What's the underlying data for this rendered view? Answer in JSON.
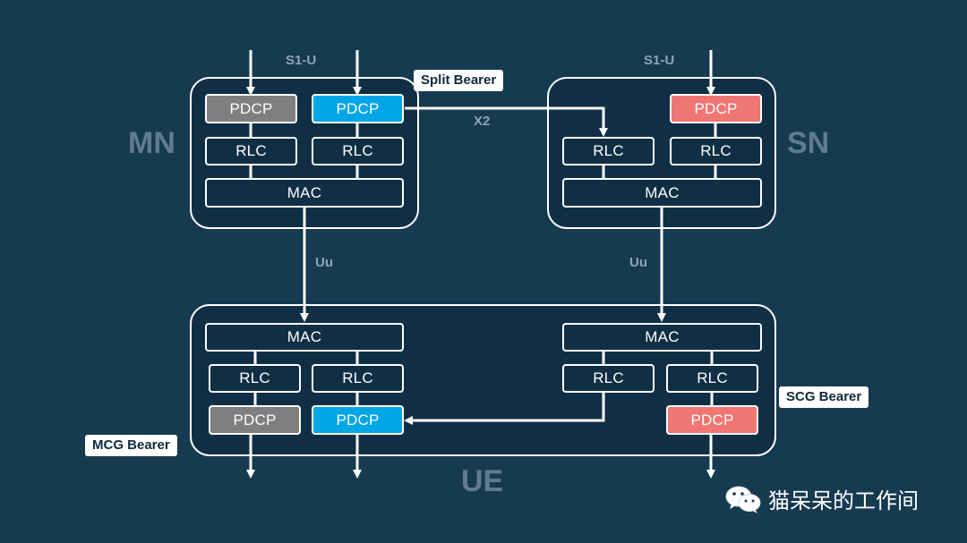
{
  "nodes": {
    "mn": "MN",
    "sn": "SN",
    "ue": "UE"
  },
  "interfaces": {
    "s1u_mn": "S1-U",
    "s1u_sn": "S1-U",
    "x2": "X2",
    "uu_mn": "Uu",
    "uu_sn": "Uu"
  },
  "bearers": {
    "split": "Split Bearer",
    "mcg": "MCG Bearer",
    "scg": "SCG Bearer"
  },
  "blocks": {
    "mn_pdcp_mcg": "PDCP",
    "mn_pdcp_split": "PDCP",
    "mn_rlc_1": "RLC",
    "mn_rlc_2": "RLC",
    "mn_mac": "MAC",
    "sn_rlc_split": "RLC",
    "sn_pdcp_scg": "PDCP",
    "sn_rlc_scg": "RLC",
    "sn_mac": "MAC",
    "ue_mac_mcg": "MAC",
    "ue_rlc_1": "RLC",
    "ue_rlc_2": "RLC",
    "ue_pdcp_mcg": "PDCP",
    "ue_pdcp_split": "PDCP",
    "ue_mac_scg": "MAC",
    "ue_rlc_split": "RLC",
    "ue_rlc_scg": "RLC",
    "ue_pdcp_scg": "PDCP"
  },
  "colors": {
    "background": "#163a50",
    "pdcp_mcg": "#7f7f7f",
    "pdcp_split": "#00a6e6",
    "pdcp_scg": "#ef7673",
    "line": "#ffffff"
  },
  "watermark": {
    "icon": "wechat-icon",
    "text": "猫呆呆的工作间"
  }
}
